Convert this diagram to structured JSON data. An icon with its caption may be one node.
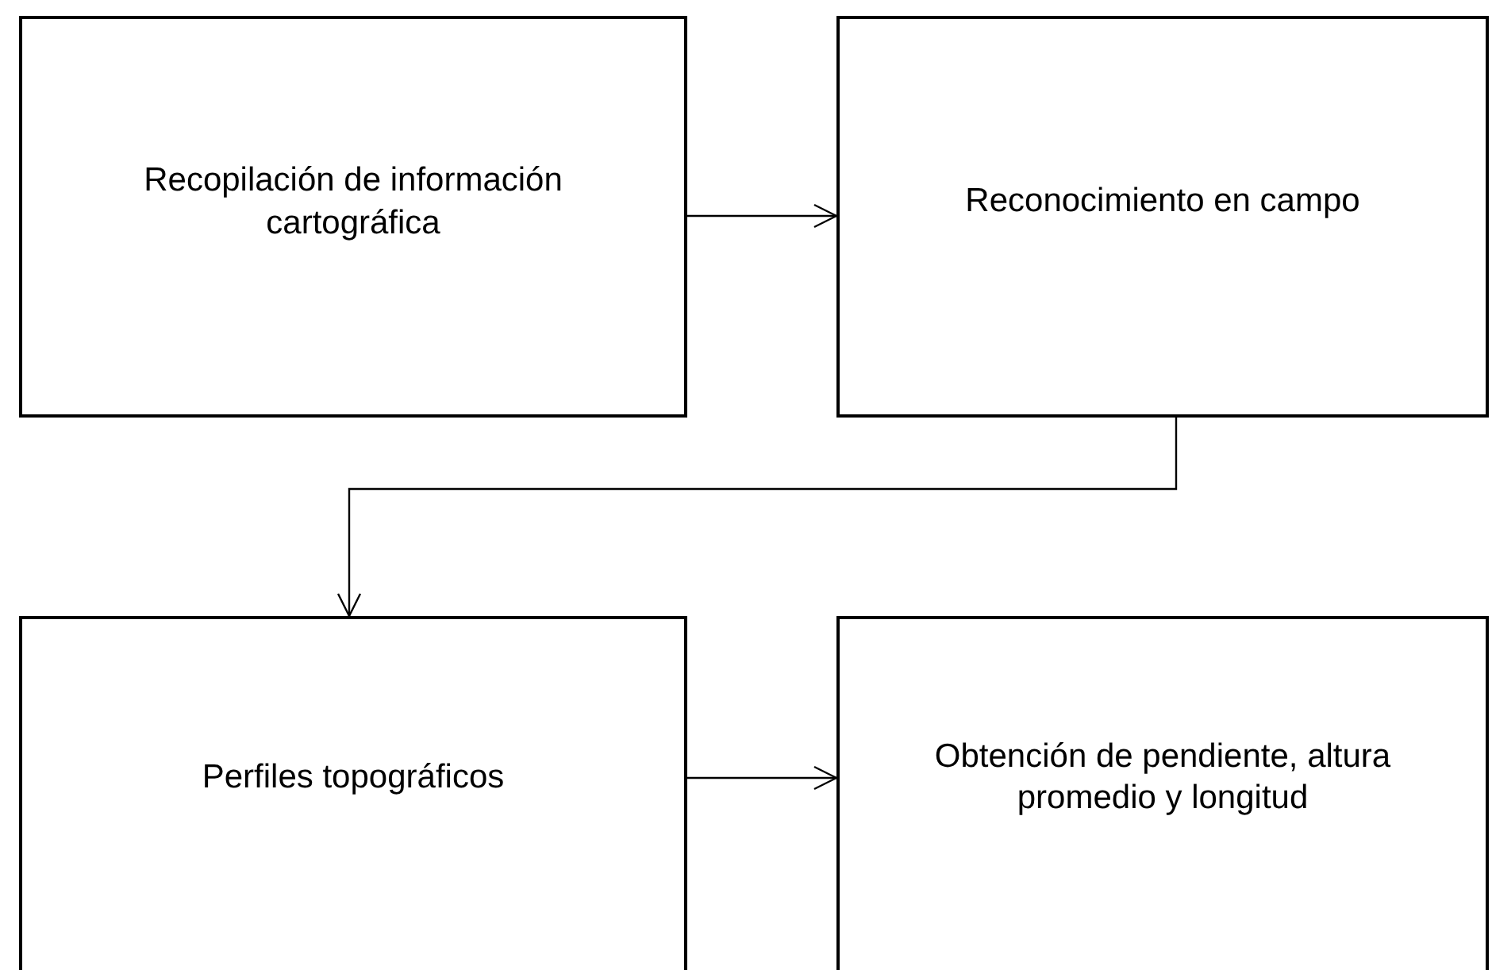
{
  "diagram": {
    "nodes": [
      {
        "text": [
          "Recopilación de información cartográfica"
        ]
      },
      {
        "text": [
          "Reconocimiento en campo"
        ]
      },
      {
        "text": [
          "Perfiles topográficos"
        ]
      },
      {
        "text": [
          "Obtención de pendiente, altura promedio y longitud"
        ]
      }
    ],
    "edges": [
      {
        "from": 0,
        "to": 1,
        "arrow": "to"
      },
      {
        "from": 1,
        "to": 2,
        "arrow": "to"
      },
      {
        "from": 2,
        "to": 3,
        "arrow": "to"
      }
    ]
  }
}
